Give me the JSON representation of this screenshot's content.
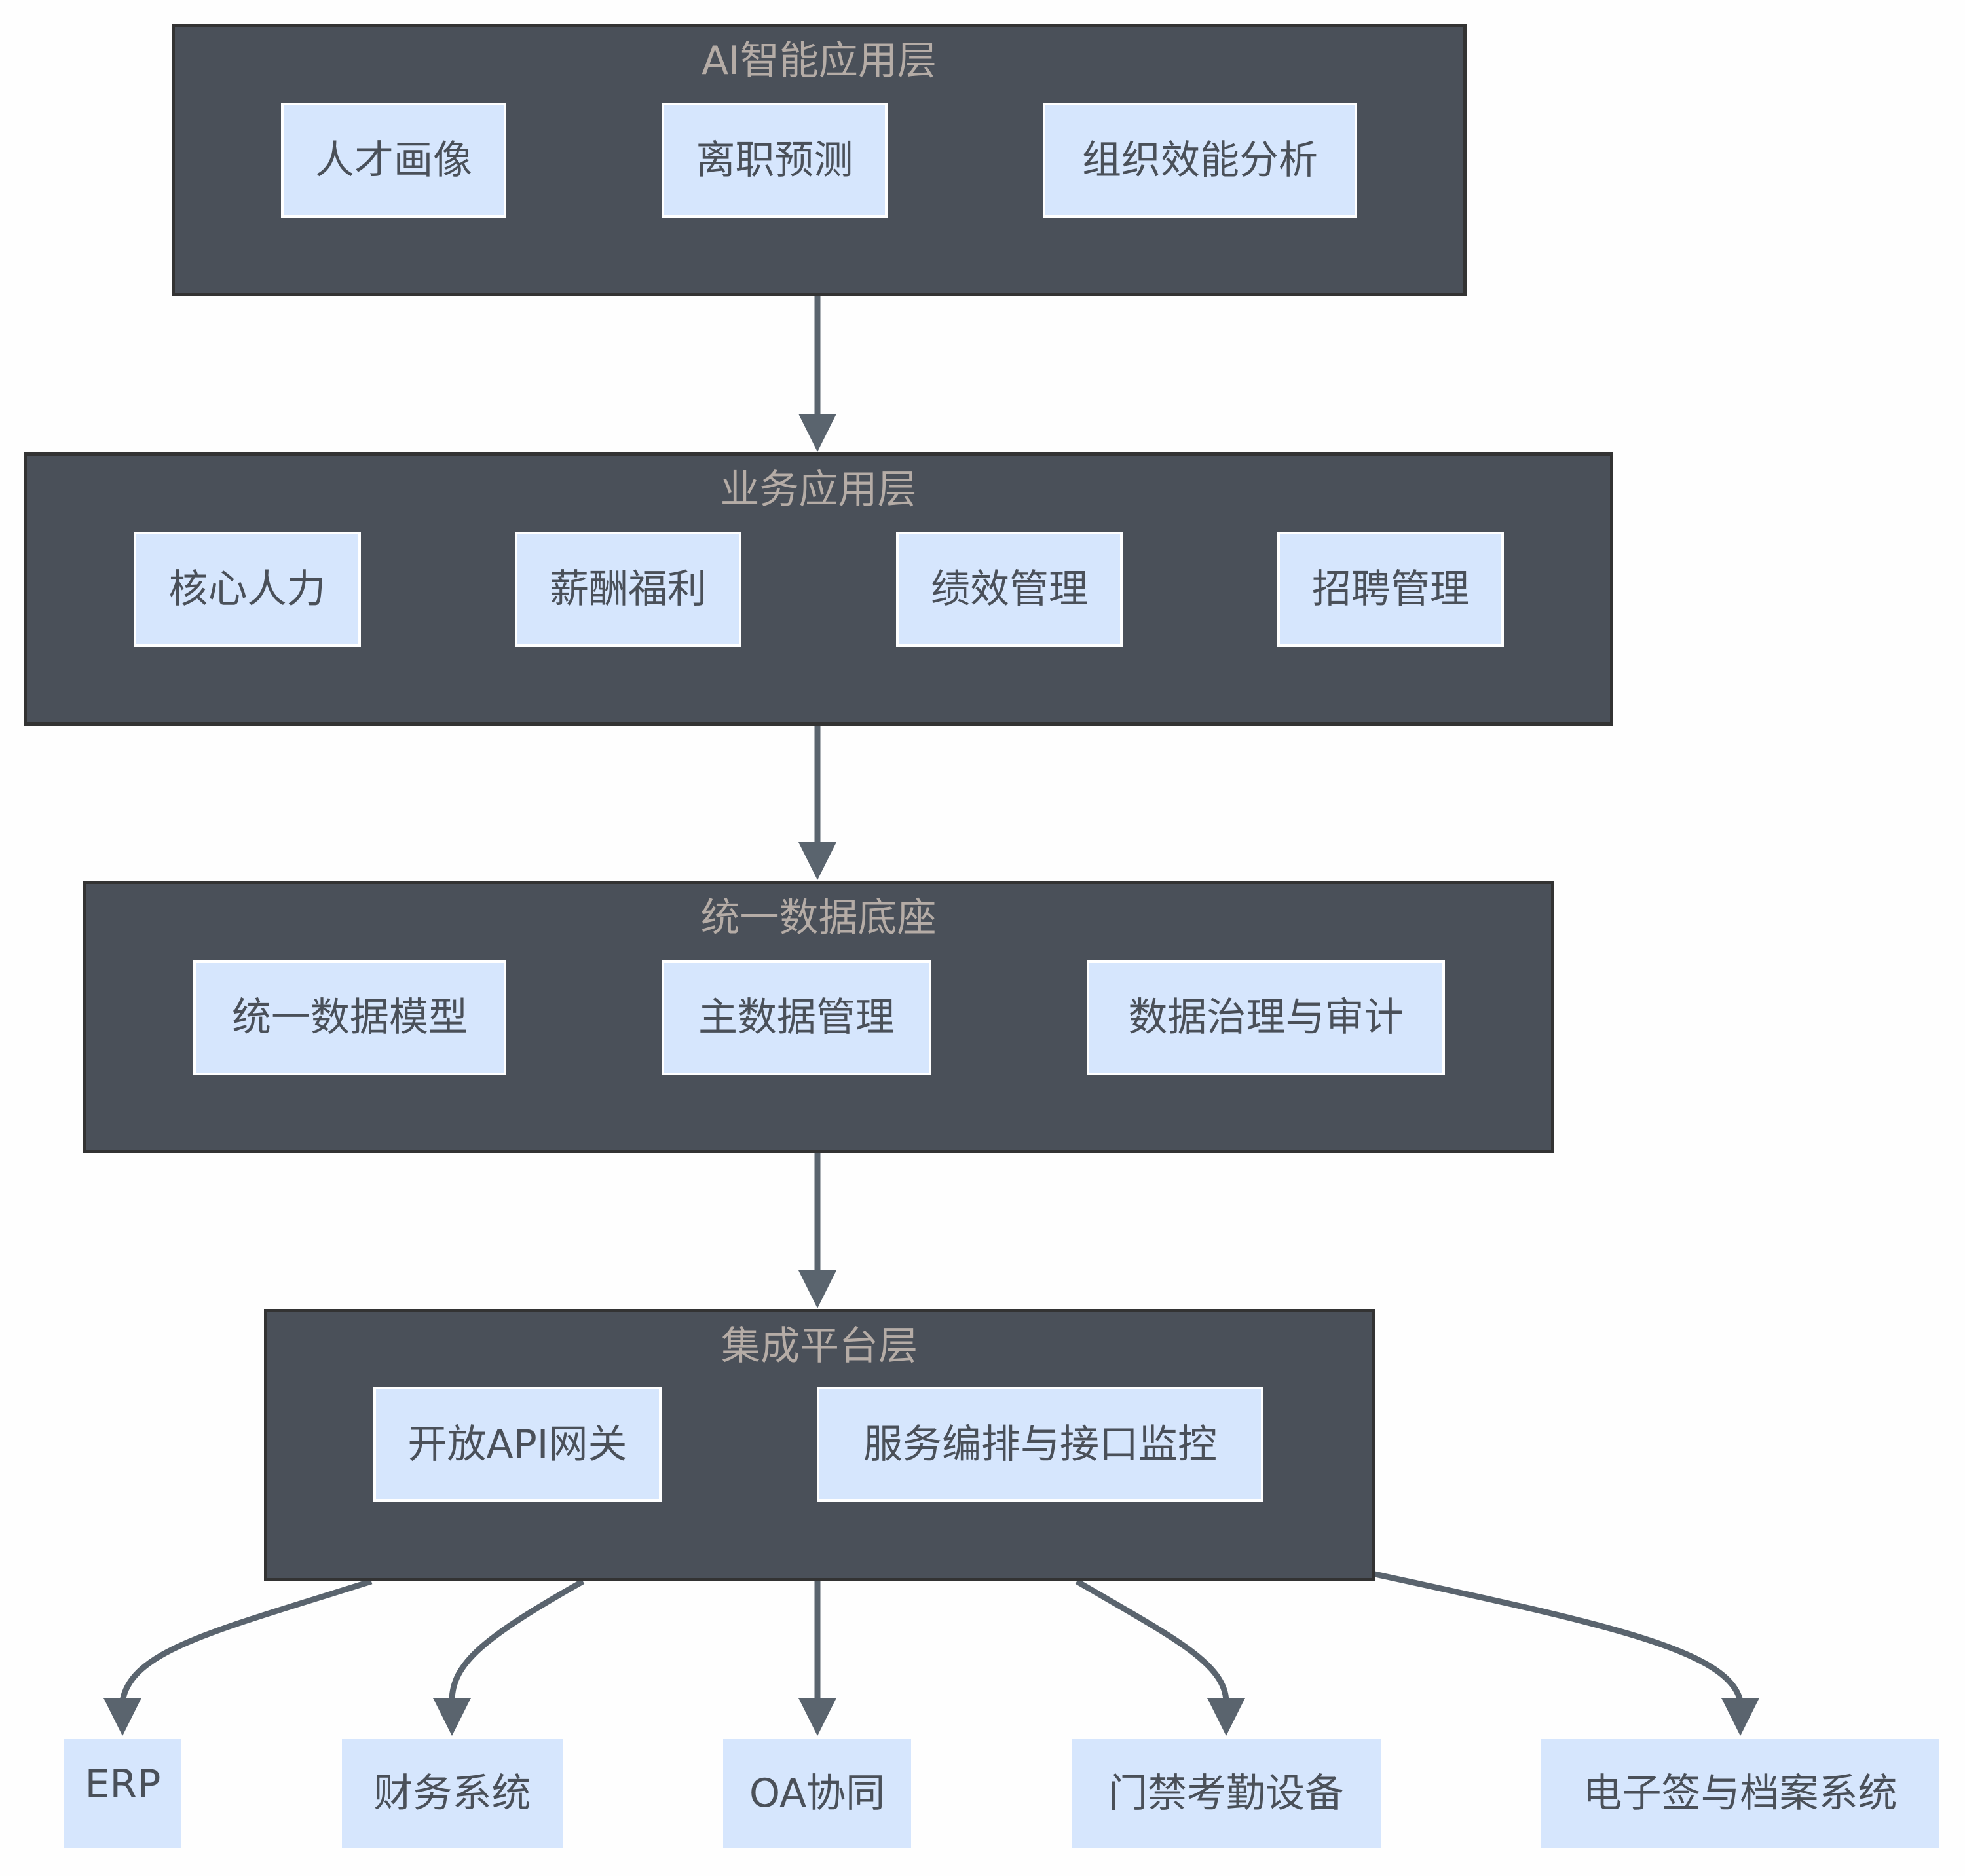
{
  "diagram": {
    "type": "layered-architecture",
    "colors": {
      "layer_fill": "#4a5059",
      "layer_border": "#333333",
      "layer_title": "#b5aca6",
      "node_fill": "#d6e6fd",
      "node_border": "#ffffff",
      "node_text": "#4a5059",
      "edge": "#5a646e",
      "background": "#fefefe"
    },
    "layers": [
      {
        "id": "ai",
        "title": "AI智能应用层",
        "nodes": [
          "人才画像",
          "离职预测",
          "组织效能分析"
        ]
      },
      {
        "id": "biz",
        "title": "业务应用层",
        "nodes": [
          "核心人力",
          "薪酬福利",
          "绩效管理",
          "招聘管理"
        ]
      },
      {
        "id": "data",
        "title": "统一数据底座",
        "nodes": [
          "统一数据模型",
          "主数据管理",
          "数据治理与审计"
        ]
      },
      {
        "id": "integration",
        "title": "集成平台层",
        "nodes": [
          "开放API网关",
          "服务编排与接口监控"
        ]
      }
    ],
    "external_systems": [
      "ERP",
      "财务系统",
      "OA协同",
      "门禁考勤设备",
      "电子签与档案系统"
    ],
    "edges": [
      {
        "from": "AI智能应用层",
        "to": "业务应用层"
      },
      {
        "from": "业务应用层",
        "to": "统一数据底座"
      },
      {
        "from": "统一数据底座",
        "to": "集成平台层"
      },
      {
        "from": "集成平台层",
        "to": "ERP"
      },
      {
        "from": "集成平台层",
        "to": "财务系统"
      },
      {
        "from": "集成平台层",
        "to": "OA协同"
      },
      {
        "from": "集成平台层",
        "to": "门禁考勤设备"
      },
      {
        "from": "集成平台层",
        "to": "电子签与档案系统"
      }
    ]
  }
}
